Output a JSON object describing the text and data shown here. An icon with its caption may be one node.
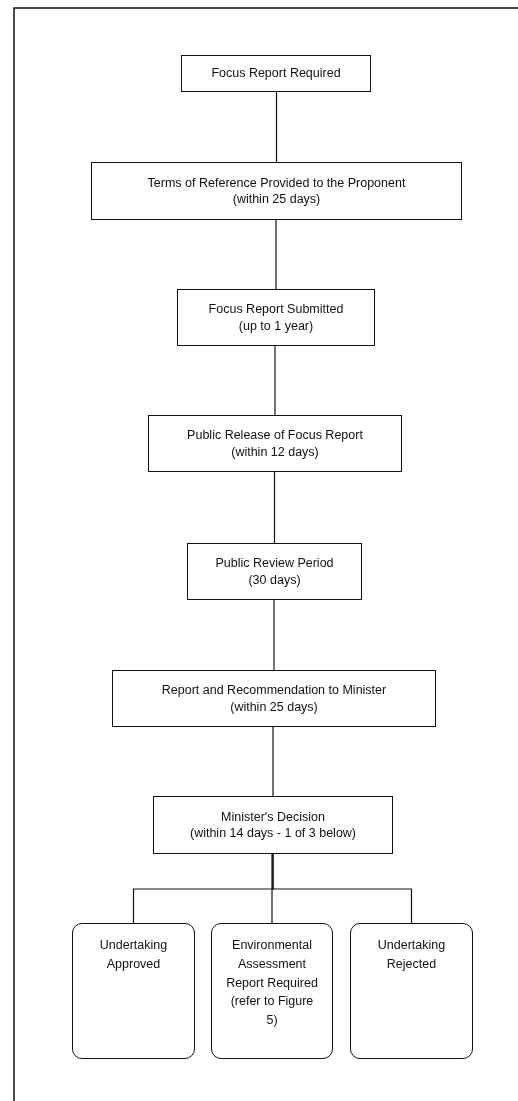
{
  "diagram": {
    "nodes": [
      {
        "text": [
          "Focus Report Required"
        ]
      },
      {
        "text": [
          "Terms of Reference Provided to the Proponent",
          "(within 25 days)"
        ]
      },
      {
        "text": [
          "Focus Report Submitted",
          "(up to 1 year)"
        ]
      },
      {
        "text": [
          "Public Release of Focus Report",
          "(within 12 days)"
        ]
      },
      {
        "text": [
          "Public Review Period",
          "(30 days)"
        ]
      },
      {
        "text": [
          "Report and Recommendation to Minister",
          "(within 25 days)"
        ]
      },
      {
        "text": [
          "Minister's Decision",
          "(within 14 days - 1 of 3 below)"
        ]
      },
      {
        "text": [
          "Undertaking Approved"
        ]
      },
      {
        "text": [
          "Environmental Assessment Report Required (refer to Figure 5)"
        ]
      },
      {
        "text": [
          "Undertaking Rejected"
        ]
      }
    ],
    "edges": [
      {
        "from": 0,
        "to": 1,
        "arrow": "none"
      },
      {
        "from": 1,
        "to": 2,
        "arrow": "none"
      },
      {
        "from": 2,
        "to": 3,
        "arrow": "none"
      },
      {
        "from": 3,
        "to": 4,
        "arrow": "none"
      },
      {
        "from": 4,
        "to": 5,
        "arrow": "none"
      },
      {
        "from": 5,
        "to": 6,
        "arrow": "none"
      },
      {
        "from": 6,
        "to": 7,
        "arrow": "none"
      },
      {
        "from": 6,
        "to": 8,
        "arrow": "none"
      },
      {
        "from": 6,
        "to": 9,
        "arrow": "none"
      }
    ]
  }
}
